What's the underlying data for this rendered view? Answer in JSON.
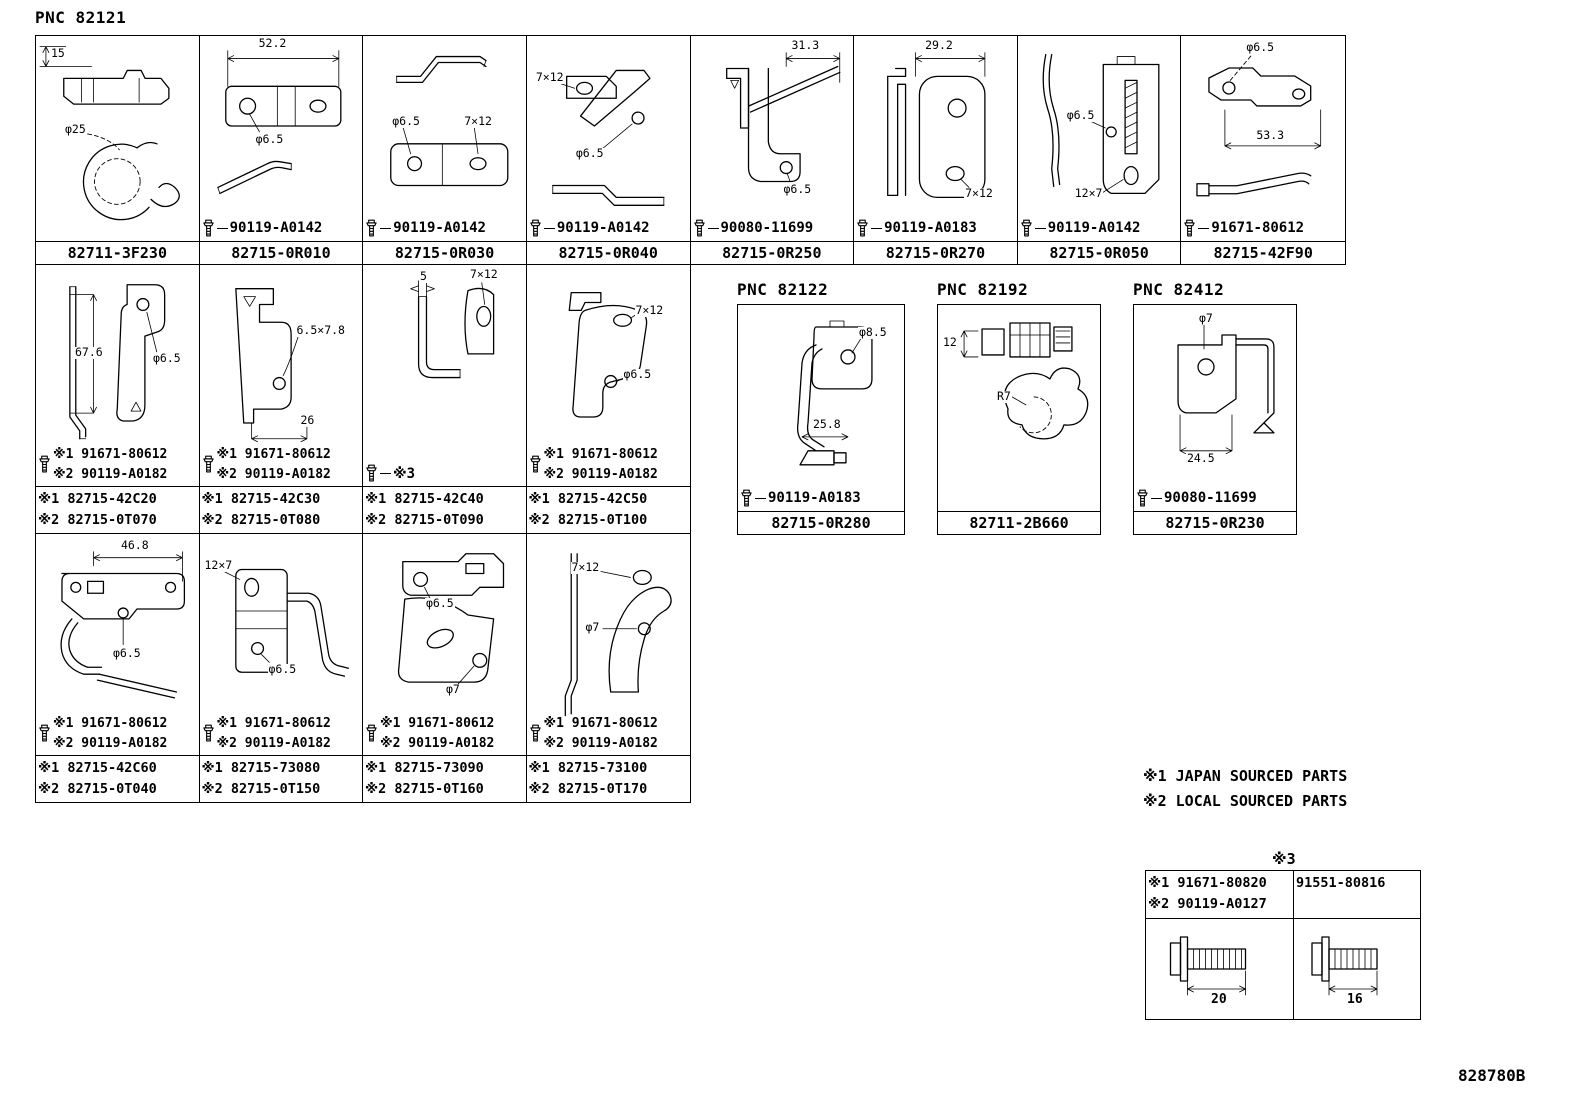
{
  "page": {
    "doc_code": "828780B"
  },
  "pnc": {
    "main": "PNC 82121",
    "b82122": "PNC 82122",
    "b82192": "PNC 82192",
    "b82412": "PNC 82412"
  },
  "legend": {
    "l1": "※1 JAPAN SOURCED PARTS",
    "l2": "※2 LOCAL SOURCED PARTS"
  },
  "row1": [
    {
      "part": "82711-3F230",
      "d0": "15",
      "d1": "φ25"
    },
    {
      "part": "82715-0R010",
      "bolt": "90119-A0142",
      "d0": "52.2",
      "d1": "φ6.5"
    },
    {
      "part": "82715-0R030",
      "bolt": "90119-A0142",
      "d0": "φ6.5",
      "d1": "7×12"
    },
    {
      "part": "82715-0R040",
      "bolt": "90119-A0142",
      "d0": "7×12",
      "d1": "φ6.5"
    },
    {
      "part": "82715-0R250",
      "bolt": "90080-11699",
      "d0": "31.3",
      "d1": "φ6.5"
    },
    {
      "part": "82715-0R270",
      "bolt": "90119-A0183",
      "d0": "29.2",
      "d1": "7×12"
    },
    {
      "part": "82715-0R050",
      "bolt": "90119-A0142",
      "d0": "φ6.5",
      "d1": "12×7"
    },
    {
      "part": "82715-42F90",
      "bolt": "91671-80612",
      "d0": "φ6.5",
      "d1": "53.3"
    }
  ],
  "row2": [
    {
      "bolt1": "※1 91671-80612",
      "bolt2": "※2 90119-A0182",
      "part1": "※1 82715-42C20",
      "part2": "※2 82715-0T070",
      "d0": "67.6",
      "d1": "φ6.5"
    },
    {
      "bolt1": "※1 91671-80612",
      "bolt2": "※2 90119-A0182",
      "part1": "※1 82715-42C30",
      "part2": "※2 82715-0T080",
      "d0": "6.5×7.8",
      "d1": "26"
    },
    {
      "bolt1": "※3",
      "part1": "※1 82715-42C40",
      "part2": "※2 82715-0T090",
      "d0": "5",
      "d1": "7×12"
    },
    {
      "bolt1": "※1 91671-80612",
      "bolt2": "※2 90119-A0182",
      "part1": "※1 82715-42C50",
      "part2": "※2 82715-0T100",
      "d0": "7×12",
      "d1": "φ6.5"
    }
  ],
  "pnc_boxes": [
    {
      "label": "PNC 82122",
      "part": "82715-0R280",
      "bolt": "90119-A0183",
      "d0": "φ8.5",
      "d1": "25.8"
    },
    {
      "label": "PNC 82192",
      "part": "82711-2B660",
      "d0": "12",
      "d1": "R7"
    },
    {
      "label": "PNC 82412",
      "part": "82715-0R230",
      "bolt": "90080-11699",
      "d0": "φ7",
      "d1": "24.5"
    }
  ],
  "row3": [
    {
      "bolt1": "※1 91671-80612",
      "bolt2": "※2 90119-A0182",
      "part1": "※1 82715-42C60",
      "part2": "※2 82715-0T040",
      "d0": "46.8",
      "d1": "φ6.5"
    },
    {
      "bolt1": "※1 91671-80612",
      "bolt2": "※2 90119-A0182",
      "part1": "※1 82715-73080",
      "part2": "※2 82715-0T150",
      "d0": "12×7",
      "d1": "φ6.5"
    },
    {
      "bolt1": "※1 91671-80612",
      "bolt2": "※2 90119-A0182",
      "part1": "※1 82715-73090",
      "part2": "※2 82715-0T160",
      "d0": "φ6.5",
      "d1": "φ7"
    },
    {
      "bolt1": "※1 91671-80612",
      "bolt2": "※2 90119-A0182",
      "part1": "※1 82715-73100",
      "part2": "※2 82715-0T170",
      "d0": "7×12",
      "d1": "φ7"
    }
  ],
  "note3": {
    "caption": "※3",
    "left1": "※1 91671-80820",
    "left2": "※2 90119-A0127",
    "left_dim": "20",
    "right1": "91551-80816",
    "right_dim": "16"
  }
}
